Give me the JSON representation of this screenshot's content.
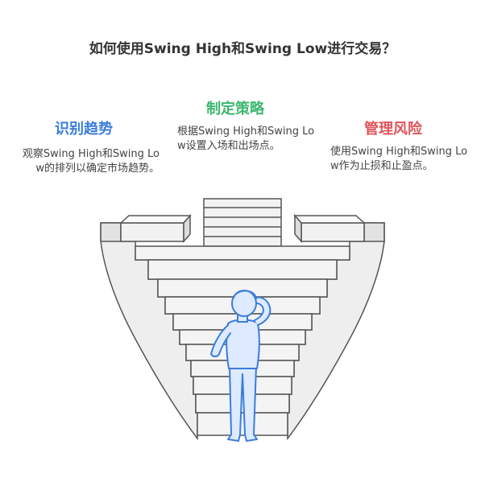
{
  "title": "如何使用Swing High和Swing Low进行交易？",
  "sections": [
    {
      "heading": "识别趋势",
      "text": "观察Swing High和Swing Low的排列以确定市场趋势。",
      "color": "#3b7ddd"
    },
    {
      "heading": "制定策略",
      "text": "根据Swing High和Swing Low设置入场和出场点。",
      "color": "#3db86e"
    },
    {
      "heading": "管理风险",
      "text": "使用Swing High和Swing Low作为止损和止盈点。",
      "color": "#e0555a"
    }
  ],
  "illustration": {
    "subject": "person facing a funnel of stair steps",
    "stroke_color": "#555555",
    "step_fill": "#eeeeee",
    "person_fill": "#ddeaff",
    "person_stroke": "#3b7ddd"
  }
}
